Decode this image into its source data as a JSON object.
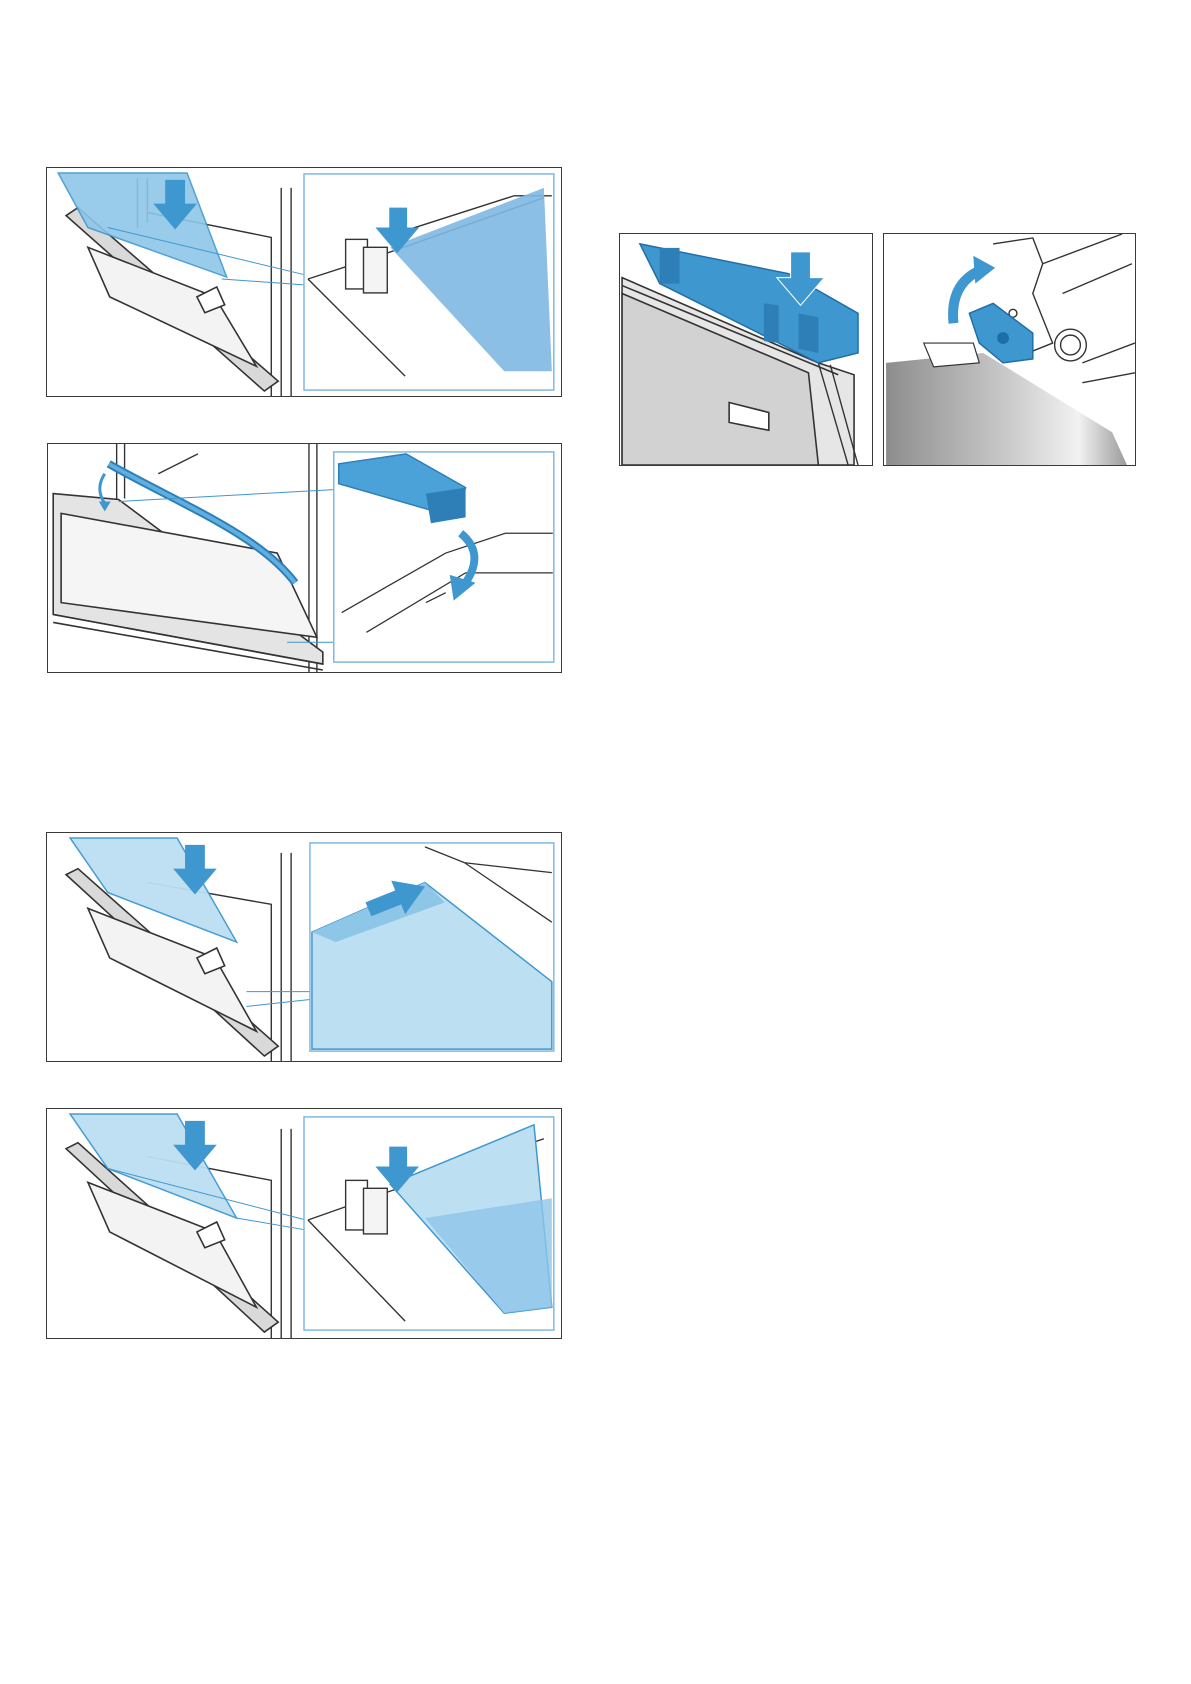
{
  "page": {
    "background": "#ffffff",
    "frame_color": "#3a3a3a",
    "accent_blue": "#3f97cf",
    "glass_light": "#bcdff2",
    "glass_blue": "#7fb8e2"
  },
  "figures": [
    {
      "id": "fig1",
      "subject": "insert-outer-glass-pane",
      "icons": [
        "arrow-down-icon",
        "arrow-down-icon"
      ]
    },
    {
      "id": "fig2",
      "subject": "attach-seal-strip",
      "icons": [
        "curved-arrow-icon",
        "curved-arrow-icon"
      ]
    },
    {
      "id": "fig3",
      "subject": "slide-intermediate-pane",
      "icons": [
        "arrow-down-icon",
        "arrow-right-icon"
      ]
    },
    {
      "id": "fig4",
      "subject": "insert-inner-glass-pane",
      "icons": [
        "arrow-down-icon",
        "arrow-down-icon"
      ]
    },
    {
      "id": "fig5",
      "subject": "attach-cover-strip",
      "icons": [
        "arrow-down-icon"
      ]
    },
    {
      "id": "fig6",
      "subject": "close-hinge-lever",
      "icons": [
        "curved-arrow-up-icon"
      ]
    }
  ]
}
